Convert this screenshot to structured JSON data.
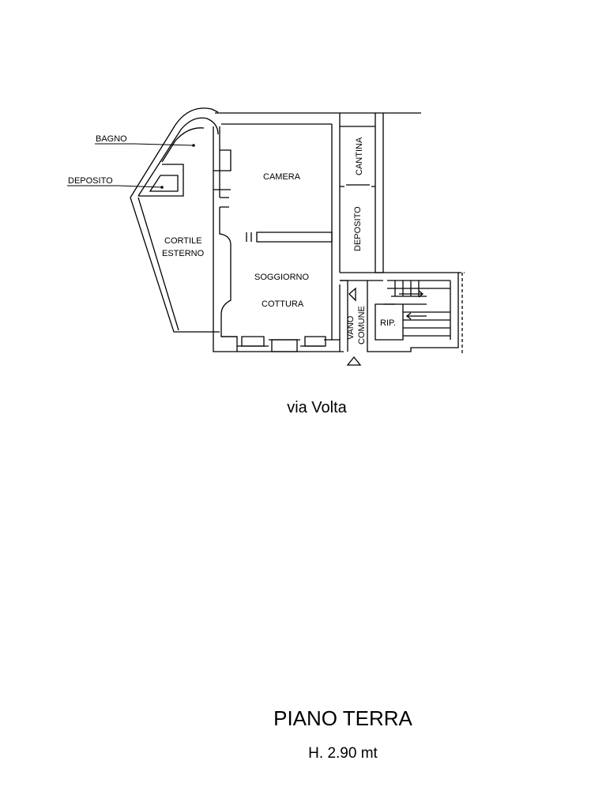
{
  "plan": {
    "labels": {
      "bagno": "BAGNO",
      "deposito_left": "DEPOSITO",
      "cortile_line1": "CORTILE",
      "cortile_line2": "ESTERNO",
      "camera": "CAMERA",
      "soggiorno": "SOGGIORNO",
      "cottura": "COTTURA",
      "deposito_right": "DEPOSITO",
      "cantina": "CANTINA",
      "vano": "VANO",
      "comune": "COMUNE",
      "rip": "RIP."
    }
  },
  "street": "via Volta",
  "title": "PIANO TERRA",
  "height": "H. 2.90 mt",
  "colors": {
    "ink": "#000000",
    "background": "#ffffff"
  }
}
